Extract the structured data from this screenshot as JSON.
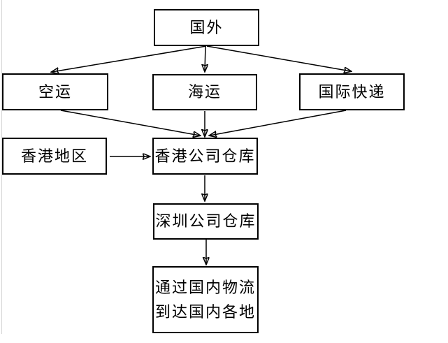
{
  "page": {
    "background_color": "#ffffff",
    "line_color": "#000000",
    "page_edge_color": "#d4d4d4"
  },
  "flowchart": {
    "title": "",
    "nodes": [
      {
        "id": "overseas",
        "label": "国外"
      },
      {
        "id": "air-freight",
        "label": "空运"
      },
      {
        "id": "sea-freight",
        "label": "海运"
      },
      {
        "id": "intl-express",
        "label": "国际快递"
      },
      {
        "id": "hk-region",
        "label": "香港地区"
      },
      {
        "id": "hk-warehouse",
        "label": "香港公司仓库"
      },
      {
        "id": "sz-warehouse",
        "label": "深圳公司仓库"
      },
      {
        "id": "domestic-delivery",
        "lines": [
          "通过国内物流",
          "到达国内各地"
        ]
      }
    ],
    "edges": [
      {
        "from": "overseas",
        "to": "air-freight"
      },
      {
        "from": "overseas",
        "to": "sea-freight"
      },
      {
        "from": "overseas",
        "to": "intl-express"
      },
      {
        "from": "air-freight",
        "to": "hk-warehouse"
      },
      {
        "from": "sea-freight",
        "to": "hk-warehouse"
      },
      {
        "from": "intl-express",
        "to": "hk-warehouse"
      },
      {
        "from": "hk-region",
        "to": "hk-warehouse"
      },
      {
        "from": "hk-warehouse",
        "to": "sz-warehouse"
      },
      {
        "from": "sz-warehouse",
        "to": "domestic-delivery"
      }
    ]
  }
}
